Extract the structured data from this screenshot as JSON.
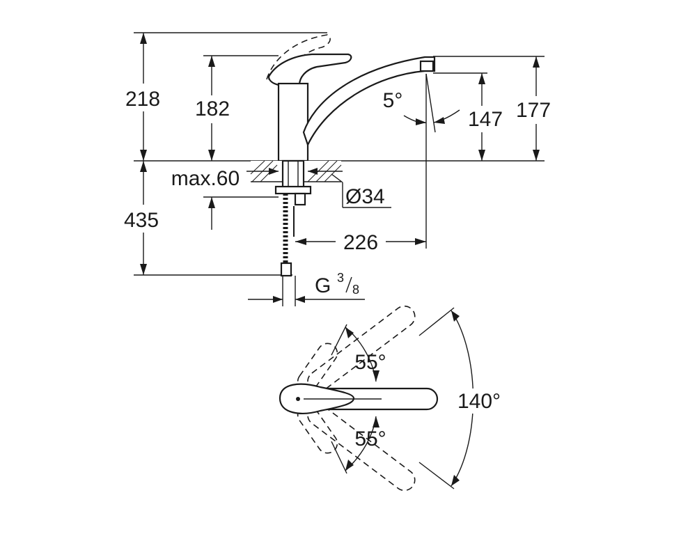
{
  "dimensions": {
    "total_height": "218",
    "lever_height": "182",
    "spout_height": "177",
    "outlet_height": "147",
    "spout_angle": "5°",
    "max_deck_thickness": "max.60",
    "hole_diameter": "Ø34",
    "below_deck_length": "435",
    "spout_reach": "226",
    "connection_thread_main": "G",
    "connection_thread_num": "3",
    "connection_thread_den": "8"
  },
  "plan_view": {
    "swivel_left_upper": "55°",
    "swivel_left_lower": "55°",
    "total_swivel": "140°"
  },
  "colors": {
    "line": "#1a1a1a",
    "background": "#ffffff"
  }
}
